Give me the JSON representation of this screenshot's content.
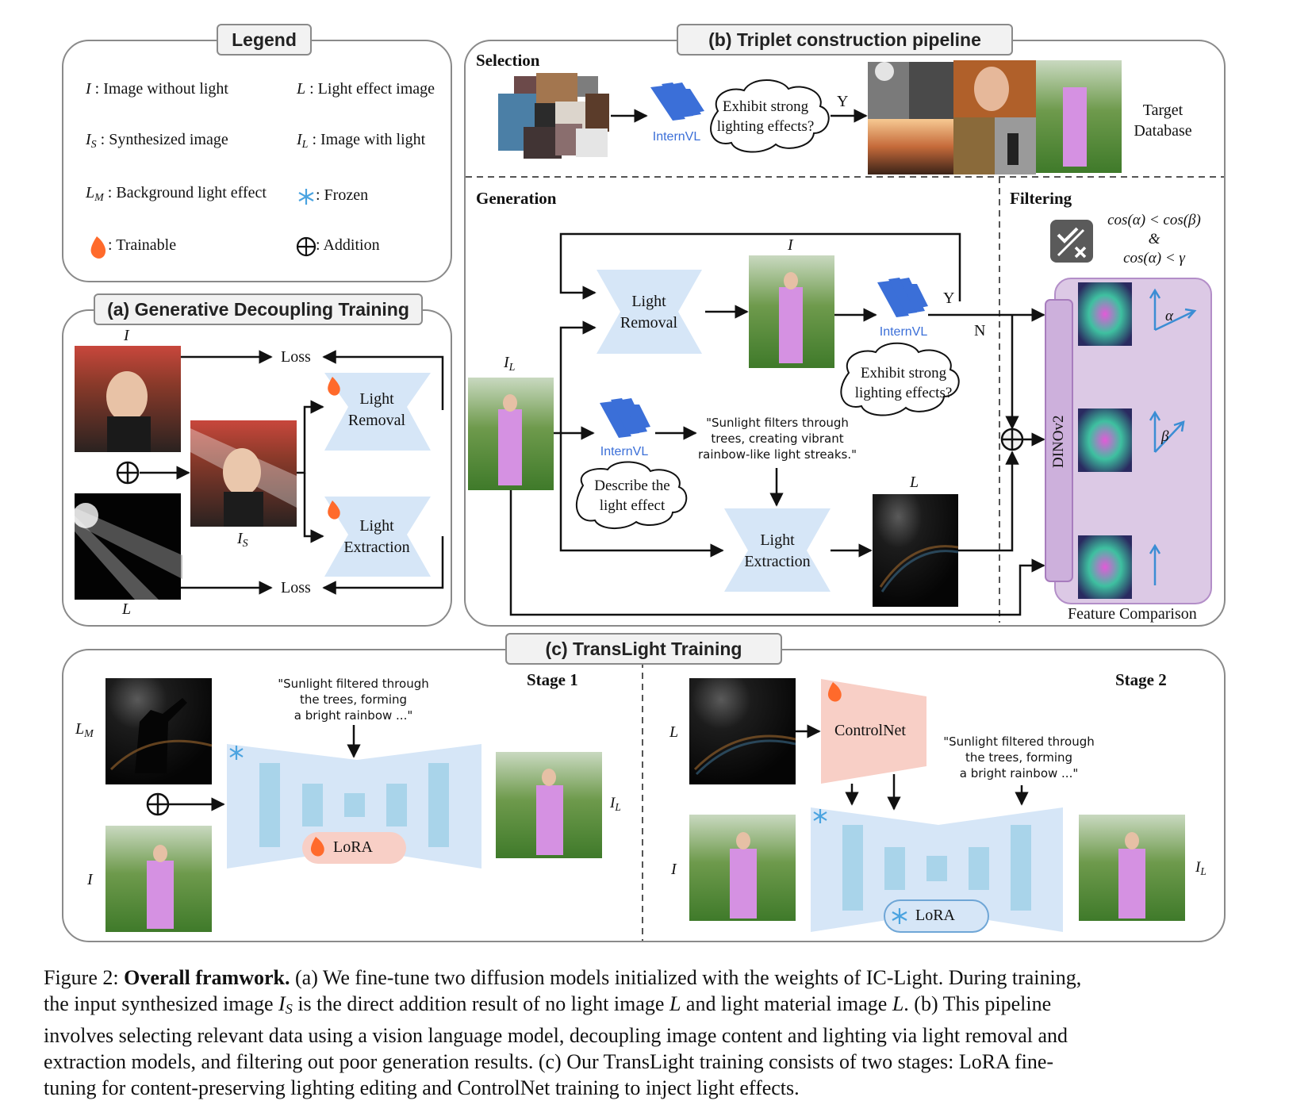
{
  "legend": {
    "title": "Legend",
    "items": [
      {
        "sym": "I",
        "sub": "",
        "text": " : Image without light"
      },
      {
        "sym": "L",
        "sub": "",
        "text": " : Light effect image"
      },
      {
        "sym": "I",
        "sub": "S",
        "text": " : Synthesized image"
      },
      {
        "sym": "I",
        "sub": "L",
        "text": " : Image with light"
      },
      {
        "sym": "L",
        "sub": "M",
        "text": " : Background light effect"
      },
      {
        "sym": "",
        "sub": "",
        "text": " : Frozen"
      },
      {
        "sym": "",
        "sub": "",
        "text": " : Trainable"
      },
      {
        "sym": "",
        "sub": "",
        "text": " : Addition"
      }
    ]
  },
  "panel_a": {
    "title": "(a) Generative Decoupling Training",
    "label_I": "I",
    "label_L": "L",
    "label_IS": "I",
    "label_IS_sub": "S",
    "loss1": "Loss",
    "loss2": "Loss",
    "removal_line1": "Light",
    "removal_line2": "Removal",
    "extraction_line1": "Light",
    "extraction_line2": "Extraction"
  },
  "panel_b": {
    "title": "(b) Triplet construction pipeline",
    "selection": "Selection",
    "generation": "Generation",
    "filtering": "Filtering",
    "internvl": "InternVL",
    "cloud1_line1": "Exhibit strong",
    "cloud1_line2": "lighting effects?",
    "yes": "Y",
    "no": "N",
    "target_line1": "Target",
    "target_line2": "Database",
    "label_I": "I",
    "label_IL": "I",
    "label_IL_sub": "L",
    "label_L": "L",
    "removal_line1": "Light",
    "removal_line2": "Removal",
    "extraction_line1": "Light",
    "extraction_line2": "Extraction",
    "cloud2_line1": "Exhibit strong",
    "cloud2_line2": "lighting effects?",
    "cloud3_line1": "Describe the",
    "cloud3_line2": "light effect",
    "quote_line1": "\"Sunlight filters through",
    "quote_line2": "trees, creating vibrant",
    "quote_line3": "rainbow-like light streaks.\"",
    "formula1": "cos(α) < cos(β)",
    "formula2": "&",
    "formula3": "cos(α) < γ",
    "dino": "DINOv2",
    "alpha": "α",
    "beta": "β",
    "feature_comparison": "Feature Comparison"
  },
  "panel_c": {
    "title": "(c) TransLight Training",
    "stage1": "Stage 1",
    "stage2": "Stage 2",
    "label_LM": "L",
    "label_LM_sub": "M",
    "label_I": "I",
    "label_IL": "I",
    "label_IL_sub": "L",
    "label_L2": "L",
    "label_I2": "I",
    "label_IL2": "I",
    "label_IL2_sub": "L",
    "quote1_line1": "\"Sunlight filtered through",
    "quote1_line2": "the trees, forming",
    "quote1_line3": "a bright rainbow ...\"",
    "quote2_line1": "\"Sunlight filtered through",
    "quote2_line2": "the trees, forming",
    "quote2_line3": "a bright rainbow ...\"",
    "lora": "LoRA",
    "controlnet": "ControlNet"
  },
  "caption": {
    "prefix": "Figure 2: ",
    "bold": "Overall framwork.",
    "l1": " (a) We fine-tune two diffusion models initialized with the weights of IC-Light. During training,",
    "l2a": "the input synthesized image ",
    "l2sym": "I",
    "l2sub": "S",
    "l2b": " is the direct addition result of no light image ",
    "l2c": "L",
    "l2d": " and light material image ",
    "l2e": "L",
    "l2f": ". (b) This pipeline",
    "l3": "involves selecting relevant data using a vision language model, decoupling image content and lighting via light removal and",
    "l4": "extraction models, and filtering out poor generation results. (c) Our TransLight training consists of two stages: LoRA fine-",
    "l5": "tuning for content-preserving lighting editing and ControlNet training to inject light effects."
  },
  "colors": {
    "panel_bg": "#f2f2f2",
    "module_blue": "#d6e6f7",
    "module_bar": "#a9d4ea",
    "controlnet": "#f8cfc6",
    "dino_purple": "#dcc9e5",
    "flame": "#ff6a2b",
    "snow": "#4aa3e0"
  }
}
